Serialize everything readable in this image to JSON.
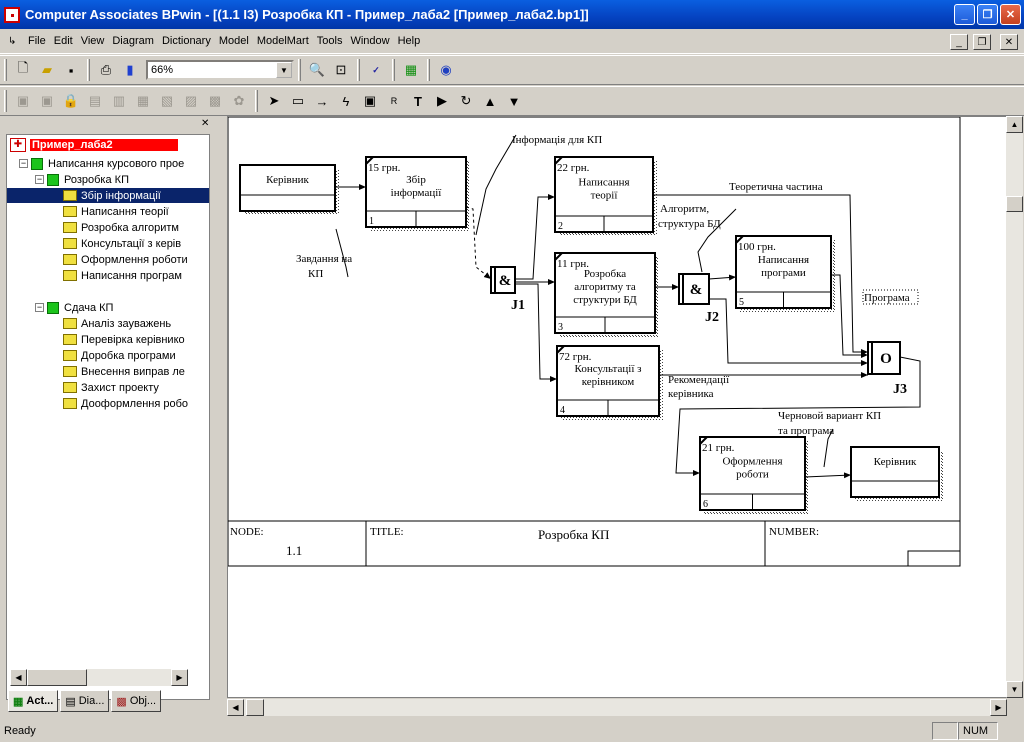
{
  "window": {
    "title": "Computer Associates BPwin - [(1.1 I3) Розробка КП - Пример_лаба2  [Пример_лаба2.bp1]]"
  },
  "menu": [
    "File",
    "Edit",
    "View",
    "Diagram",
    "Dictionary",
    "Model",
    "ModelMart",
    "Tools",
    "Window",
    "Help"
  ],
  "toolbar": {
    "zoom": "66%"
  },
  "tree": {
    "root": "Пример_лаба2",
    "n1": "Написання курсового прое",
    "n2": "Розробка КП",
    "n2items": [
      "Збір  інформації",
      "Написання  теорії",
      "Розробка  алгоритм",
      "Консультації з керів",
      "Оформлення роботи",
      "Написання програм"
    ],
    "n3": "Сдача КП",
    "n3items": [
      "Аналіз зауважень",
      "Перевірка керівнико",
      "Доробка  програми",
      "Внесення виправ ле",
      "Захист  проекту",
      "Дооформлення робо"
    ]
  },
  "tabs": [
    "Act...",
    "Dia...",
    "Obj..."
  ],
  "diagram": {
    "boxes": [
      {
        "cost": "15 грн.",
        "name": [
          "Збір",
          "інформації"
        ],
        "num": "1"
      },
      {
        "cost": "22 грн.",
        "name": [
          "Написання",
          "теорії"
        ],
        "num": "2"
      },
      {
        "cost": "11 грн.",
        "name": [
          "Розробка",
          "алгоритму та",
          "структури БД"
        ],
        "num": "3"
      },
      {
        "cost": "72 грн.",
        "name": [
          "Консультації з",
          "керівником"
        ],
        "num": "4"
      },
      {
        "cost": "100 грн.",
        "name": [
          "Написання",
          "програми"
        ],
        "num": "5"
      },
      {
        "cost": "21 грн.",
        "name": [
          "Оформлення",
          "роботи"
        ],
        "num": "6"
      }
    ],
    "ext1": "Керівник",
    "ext2": "Керівник",
    "labels": {
      "info": "Інформація для КП",
      "task": [
        "Завдання на",
        "КП"
      ],
      "theory": "Теоретична частина",
      "algo": [
        "Алгоритм,",
        "структура БД"
      ],
      "program": "Програма",
      "recs": [
        "Рекомендації",
        "керівника"
      ],
      "draft": [
        "Черновой вариант КП",
        "та програма"
      ]
    },
    "junctions": {
      "j1": "&",
      "j1l": "J1",
      "j2": "&",
      "j2l": "J2",
      "j3": "O",
      "j3l": "J3"
    },
    "footer": {
      "node_label": "NODE:",
      "node": "1.1",
      "title_label": "TITLE:",
      "title": "Розробка КП",
      "number_label": "NUMBER:"
    }
  },
  "status": {
    "text": "Ready",
    "num": "NUM"
  }
}
